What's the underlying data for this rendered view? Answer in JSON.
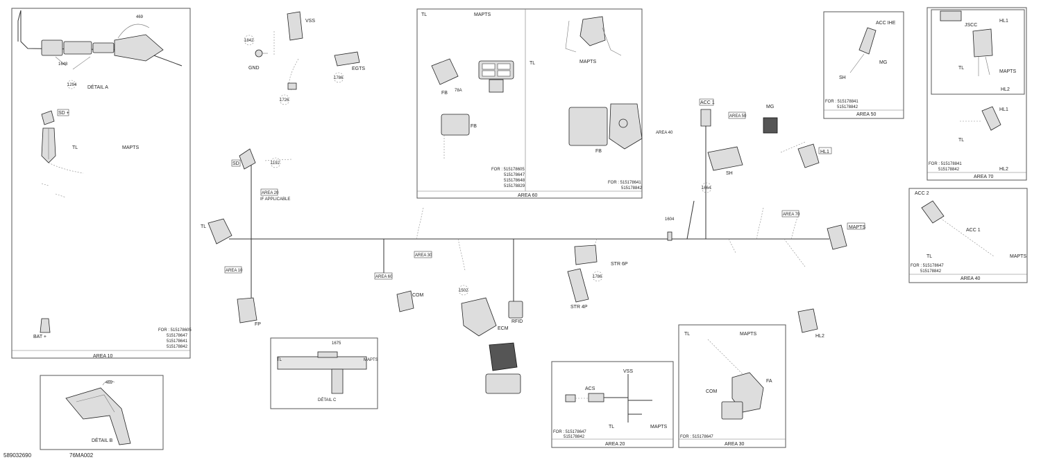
{
  "detail_a": {
    "caption": "DÉTAIL A",
    "callout1": "469",
    "callout2": "1648",
    "callout3": "1294"
  },
  "detail_b": {
    "caption": "DÉTAIL B",
    "callout1": "469"
  },
  "area10": {
    "caption": "AREA 10",
    "sd_plus": "SD +",
    "tl": "TL",
    "mapts": "MAPTS",
    "bat_plus": "BAT +",
    "for_label": "FOR : 515178605",
    "parts": [
      "515178647",
      "515178641",
      "515178842"
    ]
  },
  "area60": {
    "caption": "AREA 60",
    "tl": "TL",
    "mapts_left": "MAPTS",
    "fb1": "FB",
    "fb2": "FB",
    "fb3": "FB",
    "mapts_right": "MAPTS",
    "tl_right": "TL",
    "callout_78a": "78A",
    "for_left": "FOR : 515178605",
    "parts_left": [
      "515178647",
      "515178648",
      "515178829"
    ],
    "for_right": "FOR : 515178641",
    "part_right": "515178842"
  },
  "area50": {
    "caption": "AREA 50",
    "acc_ihe": "ACC IHE",
    "sh": "SH",
    "mg": "MG",
    "for_label": "FOR : 515178841",
    "part": "515178842"
  },
  "area70": {
    "caption": "AREA 70",
    "jscc": "JSCC",
    "hl1_top": "HL1",
    "tl_top": "TL",
    "mapts": "MAPTS",
    "hl2_top": "HL2",
    "hl1": "HL1",
    "tl": "TL",
    "hl2": "HL2",
    "for_label": "FOR : 515178841",
    "part": "515178842"
  },
  "area40": {
    "caption": "AREA 40",
    "acc2": "ACC 2",
    "acc1": "ACC 1",
    "tl": "TL",
    "mapts": "MAPTS",
    "for_label": "FOR : 515178647",
    "part": "515178842"
  },
  "area20": {
    "caption": "AREA 20",
    "vss": "VSS",
    "acs": "ACS",
    "tl": "TL",
    "mapts": "MAPTS",
    "for_label": "FOR : 515178647",
    "part": "515178842"
  },
  "area30": {
    "caption": "AREA 30",
    "tl": "TL",
    "mapts": "MAPTS",
    "fa": "FA",
    "com": "COM",
    "for_label": "FOR : 515178647"
  },
  "detail_c": {
    "caption": "DÉTAIL C",
    "callout": "1675",
    "mapts": "MAPTS",
    "tl": "TL"
  },
  "harness": {
    "vss": "VSS",
    "gnd": "GND",
    "egts": "EGTS",
    "sd": "SD",
    "tl": "TL",
    "fp": "FP",
    "com": "COM",
    "ecm": "ECM",
    "rfid": "RFID",
    "str6p": "STR 6P",
    "str4p": "STR 4P",
    "acc1": "ACC 1",
    "mg": "MG",
    "sh": "SH",
    "hl1": "HL1",
    "hl2": "HL2",
    "mapts": "MAPTS",
    "area20_tag": "AREA 20",
    "area10_tag": "AREA 10",
    "area30_tag": "AREA 30",
    "area60_tag": "AREA 60",
    "area40_tag": "AREA 40",
    "area50_tag": "AREA 50",
    "area70_tag": "AREA 70",
    "if_applicable": "IF APPLICABLE",
    "callouts": [
      "1842",
      "1786",
      "1726",
      "1192",
      "1502",
      "1664",
      "1786",
      "1604"
    ]
  },
  "footer": {
    "doc_number": "589032690",
    "figure_id": "76MA002"
  }
}
